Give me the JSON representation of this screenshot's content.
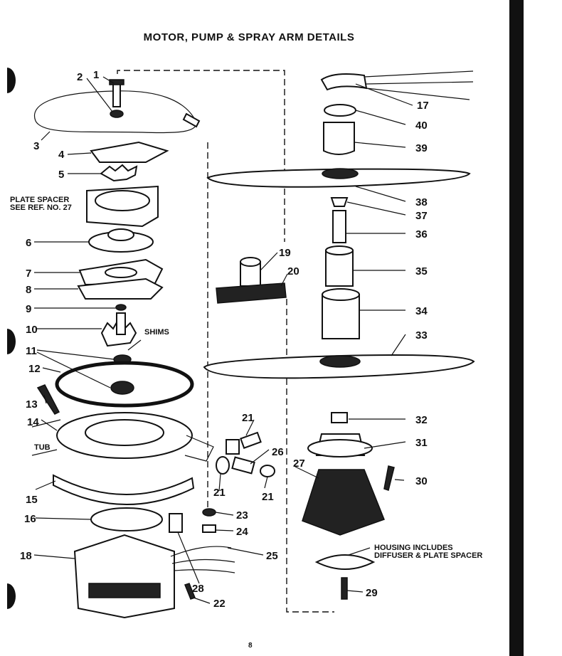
{
  "title": "MOTOR, PUMP & SPRAY ARM DETAILS",
  "page_number": "8",
  "notes": {
    "plate_spacer_line1": "PLATE SPACER",
    "plate_spacer_line2": "SEE REF. NO. 27",
    "shims": "SHIMS",
    "tub": "TUB",
    "housing_line1": "HOUSING INCLUDES",
    "housing_line2": "DIFFUSER & PLATE SPACER"
  },
  "callouts": [
    "1",
    "2",
    "3",
    "4",
    "5",
    "6",
    "7",
    "8",
    "9",
    "10",
    "11",
    "12",
    "13",
    "14",
    "15",
    "16",
    "17",
    "18",
    "19",
    "20",
    "21",
    "21",
    "21",
    "22",
    "23",
    "24",
    "25",
    "26",
    "27",
    "28",
    "29",
    "30",
    "31",
    "32",
    "33",
    "34",
    "35",
    "36",
    "37",
    "38",
    "39",
    "40"
  ]
}
